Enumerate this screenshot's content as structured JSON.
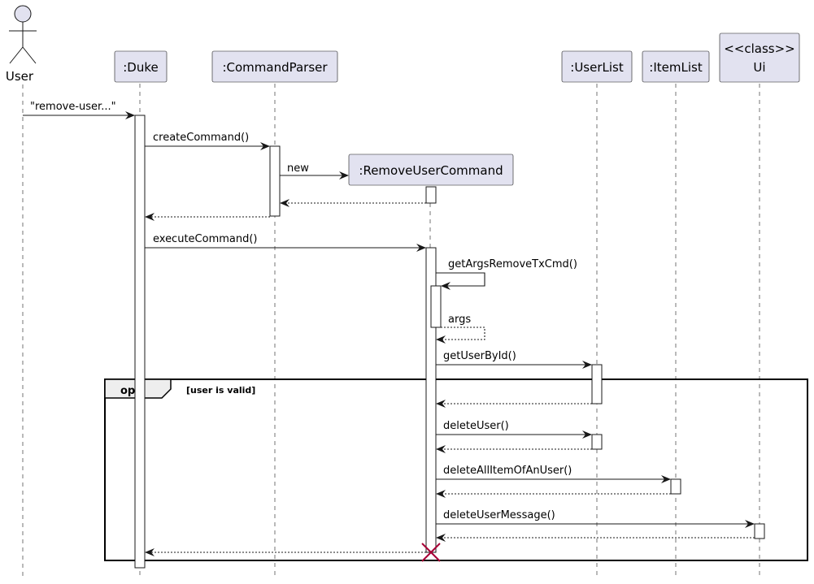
{
  "colors": {
    "participant_fill": "#e2e2f0",
    "participant_stroke": "#181818",
    "destroy_mark": "#a80036",
    "opt_tab_fill": "#eeeeee"
  },
  "actor": {
    "name": "User",
    "icon": "stick-figure-actor-icon"
  },
  "participants": [
    {
      "key": "duke",
      "label": ":Duke"
    },
    {
      "key": "parser",
      "label": ":CommandParser"
    },
    {
      "key": "cmd",
      "label": ":RemoveUserCommand"
    },
    {
      "key": "userlist",
      "label": ":UserList"
    },
    {
      "key": "itemlist",
      "label": ":ItemList"
    },
    {
      "key": "ui",
      "stereotype": "<<class>>",
      "label": "Ui"
    }
  ],
  "messages": [
    {
      "from": "user",
      "to": "duke",
      "label": "\"remove-user...\"",
      "type": "sync"
    },
    {
      "from": "duke",
      "to": "parser",
      "label": "createCommand()",
      "type": "sync"
    },
    {
      "from": "parser",
      "to": "cmd",
      "label": "new",
      "type": "create"
    },
    {
      "from": "cmd",
      "to": "parser",
      "label": "",
      "type": "return"
    },
    {
      "from": "parser",
      "to": "duke",
      "label": "",
      "type": "return"
    },
    {
      "from": "duke",
      "to": "cmd",
      "label": "executeCommand()",
      "type": "sync"
    },
    {
      "from": "cmd",
      "to": "cmd",
      "label": "getArgsRemoveTxCmd()",
      "type": "self"
    },
    {
      "from": "cmd",
      "to": "cmd",
      "label": "args",
      "type": "self-return"
    },
    {
      "from": "cmd",
      "to": "userlist",
      "label": "getUserById()",
      "type": "sync"
    },
    {
      "from": "userlist",
      "to": "cmd",
      "label": "",
      "type": "return"
    },
    {
      "from": "cmd",
      "to": "userlist",
      "label": "deleteUser()",
      "type": "sync"
    },
    {
      "from": "userlist",
      "to": "cmd",
      "label": "",
      "type": "return"
    },
    {
      "from": "cmd",
      "to": "itemlist",
      "label": "deleteAllItemOfAnUser()",
      "type": "sync"
    },
    {
      "from": "itemlist",
      "to": "cmd",
      "label": "",
      "type": "return"
    },
    {
      "from": "cmd",
      "to": "ui",
      "label": "deleteUserMessage()",
      "type": "sync"
    },
    {
      "from": "ui",
      "to": "cmd",
      "label": "",
      "type": "return"
    },
    {
      "from": "cmd",
      "to": "duke",
      "label": "",
      "type": "return"
    }
  ],
  "fragment": {
    "operator": "opt",
    "guard": "[user is valid]"
  },
  "destroy": {
    "target": "cmd",
    "icon": "destroy-x-icon"
  }
}
